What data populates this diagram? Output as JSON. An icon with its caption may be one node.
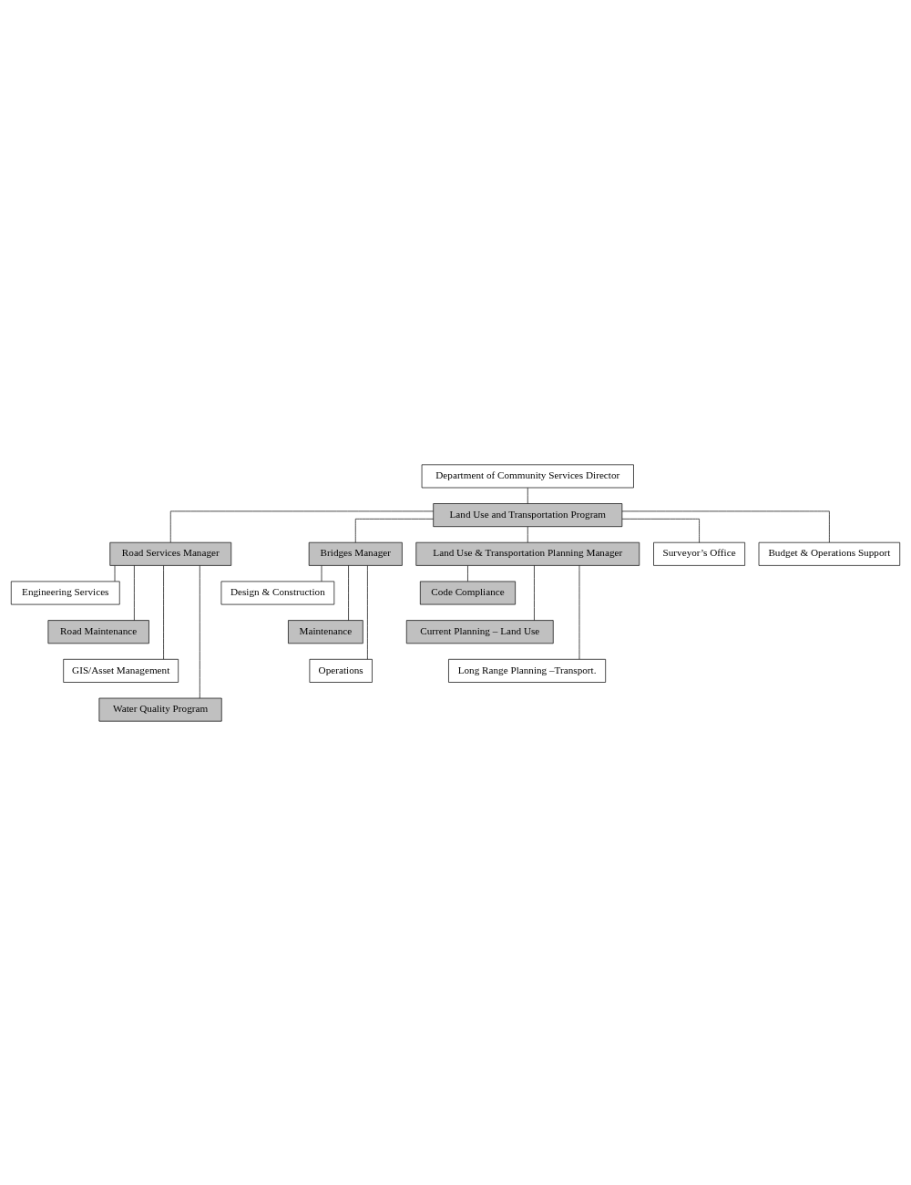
{
  "diagram": {
    "nodes": [
      {
        "text": [
          "Department of Community Services Director"
        ]
      },
      {
        "text": [
          "Land Use and Transportation Program"
        ]
      },
      {
        "text": [
          "Road Services Manager"
        ]
      },
      {
        "text": [
          "Bridges Manager"
        ]
      },
      {
        "text": [
          "Land Use & Transportation Planning Manager"
        ]
      },
      {
        "text": [
          "Surveyor’s Office"
        ]
      },
      {
        "text": [
          "Budget & Operations Support"
        ]
      },
      {
        "text": [
          "Design & Construction"
        ]
      },
      {
        "text": [
          "Maintenance"
        ]
      },
      {
        "text": [
          "Operations"
        ]
      },
      {
        "text": [
          "Code Compliance"
        ]
      },
      {
        "text": [
          "Current Planning – Land Use"
        ]
      },
      {
        "text": [
          "Long Range Planning –Transport."
        ]
      },
      {
        "text": [
          "Engineering Services"
        ]
      },
      {
        "text": [
          "Road Maintenance"
        ]
      },
      {
        "text": [
          "GIS/Asset Management"
        ]
      },
      {
        "text": [
          "Water Quality Program"
        ]
      }
    ],
    "edges": [
      {
        "from": 0,
        "to": 1,
        "arrow": "none"
      },
      {
        "from": 1,
        "to": 2,
        "arrow": "none"
      },
      {
        "from": 1,
        "to": 3,
        "arrow": "none"
      },
      {
        "from": 1,
        "to": 4,
        "arrow": "none"
      },
      {
        "from": 1,
        "to": 5,
        "arrow": "none"
      },
      {
        "from": 1,
        "to": 6,
        "arrow": "none"
      },
      {
        "from": 3,
        "to": 7,
        "arrow": "none"
      },
      {
        "from": 3,
        "to": 8,
        "arrow": "none"
      },
      {
        "from": 3,
        "to": 9,
        "arrow": "none"
      },
      {
        "from": 4,
        "to": 10,
        "arrow": "none"
      },
      {
        "from": 4,
        "to": 11,
        "arrow": "none"
      },
      {
        "from": 4,
        "to": 12,
        "arrow": "none"
      },
      {
        "from": 2,
        "to": 13,
        "arrow": "none"
      },
      {
        "from": 2,
        "to": 14,
        "arrow": "none"
      },
      {
        "from": 2,
        "to": 15,
        "arrow": "none"
      },
      {
        "from": 2,
        "to": 16,
        "arrow": "none"
      }
    ]
  }
}
